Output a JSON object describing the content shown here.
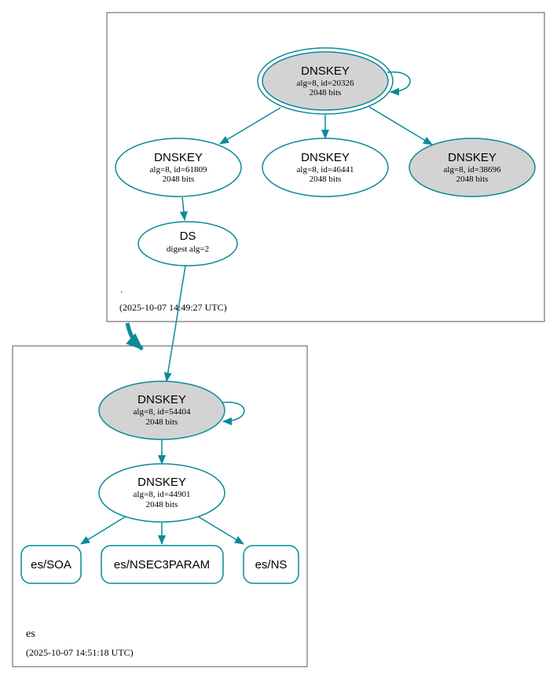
{
  "colors": {
    "edge": "#0a8a99",
    "node_border": "#0a8a99",
    "zone_border": "#555555",
    "ksk_fill": "#d3d3d3",
    "plain_fill": "#ffffff"
  },
  "root_zone": {
    "name": ".",
    "timestamp": "(2025-10-07 14:49:27 UTC)",
    "nodes": {
      "ksk_20326": {
        "title": "DNSKEY",
        "detail": "alg=8, id=20326",
        "size": "2048 bits"
      },
      "zsk_61809": {
        "title": "DNSKEY",
        "detail": "alg=8, id=61809",
        "size": "2048 bits"
      },
      "zsk_46441": {
        "title": "DNSKEY",
        "detail": "alg=8, id=46441",
        "size": "2048 bits"
      },
      "key_38696": {
        "title": "DNSKEY",
        "detail": "alg=8, id=38696",
        "size": "2048 bits"
      },
      "ds": {
        "title": "DS",
        "detail": "digest alg=2"
      }
    }
  },
  "es_zone": {
    "name": "es",
    "timestamp": "(2025-10-07 14:51:18 UTC)",
    "nodes": {
      "ksk_54404": {
        "title": "DNSKEY",
        "detail": "alg=8, id=54404",
        "size": "2048 bits"
      },
      "zsk_44901": {
        "title": "DNSKEY",
        "detail": "alg=8, id=44901",
        "size": "2048 bits"
      },
      "rrset_soa": {
        "label": "es/SOA"
      },
      "rrset_nsec3param": {
        "label": "es/NSEC3PARAM"
      },
      "rrset_ns": {
        "label": "es/NS"
      }
    }
  }
}
